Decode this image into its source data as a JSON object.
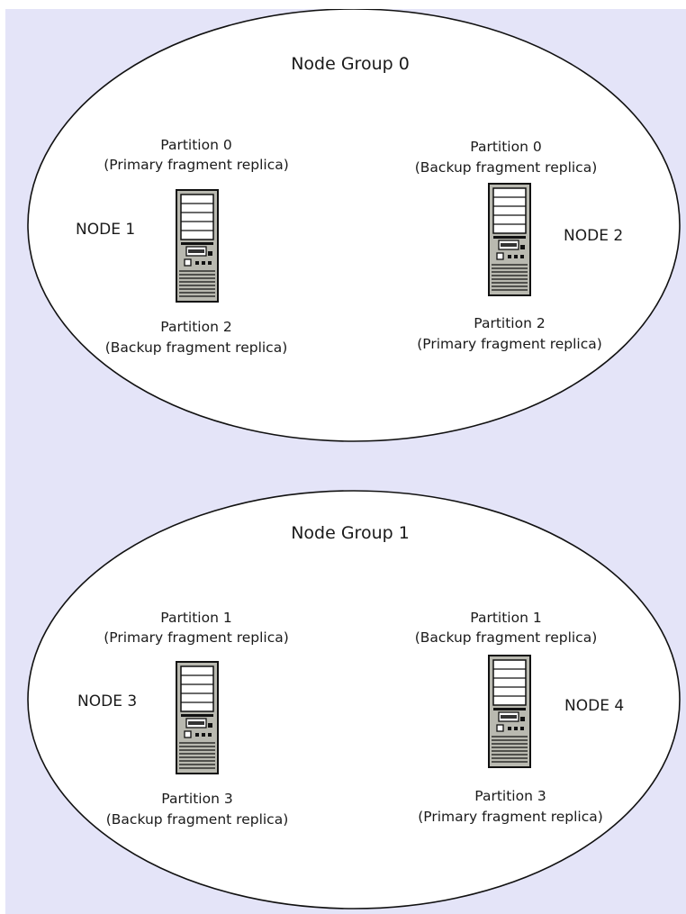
{
  "colors": {
    "background": "#e4e4f8",
    "ellipse_fill": "#ffffff",
    "stroke": "#111111"
  },
  "groups": [
    {
      "title": "Node Group 0",
      "nodes": [
        {
          "name": "NODE 1",
          "icon": "server-tower-icon",
          "top_partition": "Partition 0",
          "top_role": "(Primary fragment replica)",
          "bottom_partition": "Partition 2",
          "bottom_role": "(Backup fragment replica)"
        },
        {
          "name": "NODE 2",
          "icon": "server-tower-icon",
          "top_partition": "Partition 0",
          "top_role": "(Backup fragment replica)",
          "bottom_partition": "Partition 2",
          "bottom_role": "(Primary fragment replica)"
        }
      ]
    },
    {
      "title": "Node Group 1",
      "nodes": [
        {
          "name": "NODE 3",
          "icon": "server-tower-icon",
          "top_partition": "Partition 1",
          "top_role": "(Primary fragment replica)",
          "bottom_partition": "Partition 3",
          "bottom_role": "(Backup fragment replica)"
        },
        {
          "name": "NODE 4",
          "icon": "server-tower-icon",
          "top_partition": "Partition 1",
          "top_role": "(Backup fragment replica)",
          "bottom_partition": "Partition 3",
          "bottom_role": "(Primary fragment replica)"
        }
      ]
    }
  ]
}
